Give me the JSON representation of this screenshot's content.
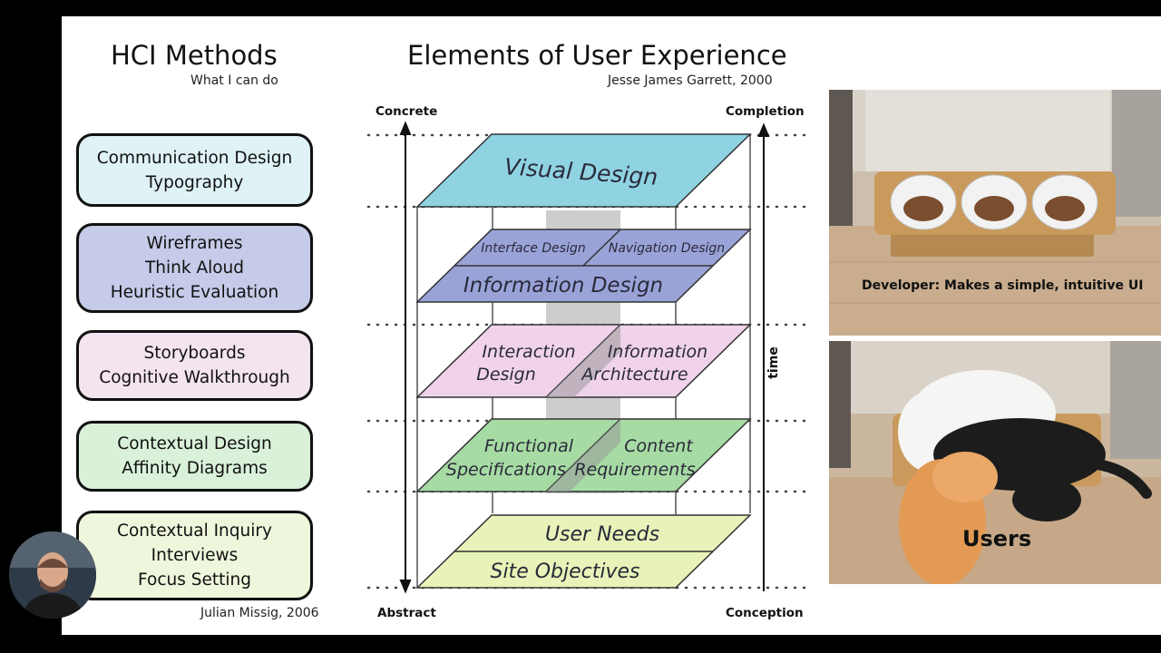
{
  "left_panel": {
    "title": "HCI Methods",
    "subtitle": "What I can do",
    "methods": [
      {
        "lines": [
          "Communication Design",
          "Typography"
        ],
        "color": "#dff2f5"
      },
      {
        "lines": [
          "Wireframes",
          "Think Aloud",
          "Heuristic Evaluation"
        ],
        "color": "#c5cbe8"
      },
      {
        "lines": [
          "Storyboards",
          "Cognitive Walkthrough"
        ],
        "color": "#f3e4ef"
      },
      {
        "lines": [
          "Contextual Design",
          "Affinity Diagrams"
        ],
        "color": "#d9f1d9"
      },
      {
        "lines": [
          "Contextual Inquiry",
          "Interviews",
          "Focus Setting"
        ],
        "color": "#eef6dc"
      }
    ],
    "credit": "Julian Missig, 2006"
  },
  "center_panel": {
    "title": "Elements of User Experience",
    "attribution": "Jesse James Garrett, 2000",
    "axis": {
      "top_left": "Concrete",
      "top_right": "Completion",
      "bottom_left": "Abstract",
      "bottom_right": "Conception",
      "time": "time"
    },
    "layers": {
      "visual_design": "Visual Design",
      "interface_design": "Interface Design",
      "navigation_design": "Navigation Design",
      "information_design": "Information Design",
      "interaction_design_1": "Interaction",
      "interaction_design_2": "Design",
      "information_architecture_1": "Information",
      "information_architecture_2": "Architecture",
      "functional_specs_1": "Functional",
      "functional_specs_2": "Specifications",
      "content_requirements_1": "Content",
      "content_requirements_2": "Requirements",
      "user_needs": "User Needs",
      "site_objectives": "Site Objectives"
    },
    "colors": {
      "visual": "#8fd3e3",
      "information": "#9aa3d8",
      "interaction": "#f0d3ea",
      "functional": "#a7dba4",
      "needs": "#e7f3b8"
    }
  },
  "right_panel": {
    "top_caption": "Developer:  Makes a simple, intuitive UI",
    "bottom_caption": "Users"
  }
}
